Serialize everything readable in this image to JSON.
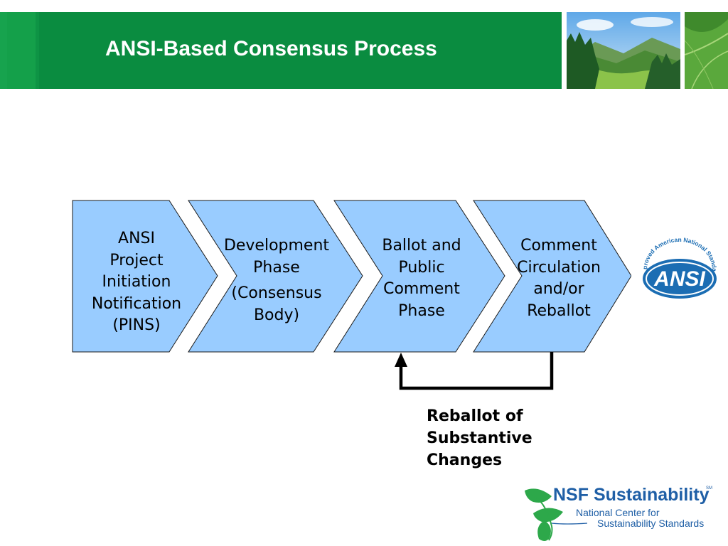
{
  "slide": {
    "title": "ANSI-Based Consensus Process"
  },
  "process": {
    "steps": [
      {
        "lines": [
          "ANSI",
          "Project",
          "Initiation",
          "Notification",
          "(PINS)"
        ]
      },
      {
        "lines": [
          "Development",
          "Phase"
        ],
        "sub_lines": [
          "(Consensus",
          "Body)"
        ]
      },
      {
        "lines": [
          "Ballot and",
          "Public",
          "Comment",
          "Phase"
        ]
      },
      {
        "lines": [
          "Comment",
          "Circulation",
          "and/or",
          "Reballot"
        ]
      }
    ],
    "feedback": {
      "from_step": 4,
      "to_step": 3,
      "label_lines": [
        "Reballot of",
        "Substantive",
        "Changes"
      ]
    }
  },
  "ansi_logo": {
    "arc_text": "Approved American National Standard",
    "mark": "ANSI"
  },
  "nsf_logo": {
    "name": "NSF Sustainability",
    "service_mark": "SM",
    "subtitle_1": "National Center for",
    "subtitle_2": "Sustainability Standards"
  },
  "colors": {
    "header_green": "#0a8c40",
    "step_fill": "#99ccff",
    "step_stroke": "#1a1a1a",
    "ansi_blue": "#1b6db3",
    "nsf_blue": "#1f5fa6",
    "nsf_green": "#2da84a"
  },
  "icons": {
    "header_photos": [
      "mountain-landscape-photo",
      "green-leaf-photo"
    ],
    "arrow": "feedback-arrow-icon"
  }
}
